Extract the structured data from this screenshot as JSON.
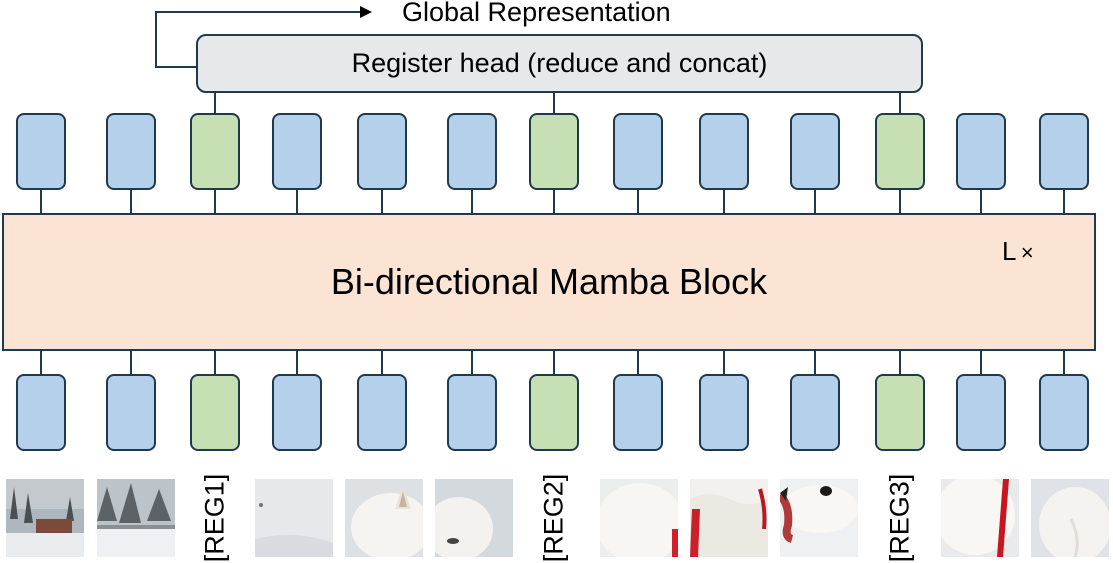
{
  "header": {
    "output_label": "Global Representation",
    "register_head_label": "Register head (reduce and concat)"
  },
  "block": {
    "label": "Bi-directional Mamba Block",
    "repeat_symbol": "L",
    "repeat_times": "×"
  },
  "tokens": [
    {
      "kind": "patch"
    },
    {
      "kind": "patch"
    },
    {
      "kind": "register"
    },
    {
      "kind": "patch"
    },
    {
      "kind": "patch"
    },
    {
      "kind": "patch"
    },
    {
      "kind": "register"
    },
    {
      "kind": "patch"
    },
    {
      "kind": "patch"
    },
    {
      "kind": "patch"
    },
    {
      "kind": "register"
    },
    {
      "kind": "patch"
    },
    {
      "kind": "patch"
    }
  ],
  "register_labels": [
    "[REG1]",
    "[REG2]",
    "[REG3]"
  ],
  "colors": {
    "patch_token": "#b5d0ea",
    "register_token": "#c6e0b4",
    "block_fill": "#fce4d4",
    "head_fill": "#e7e8ea",
    "outline": "#1f3a4d"
  }
}
